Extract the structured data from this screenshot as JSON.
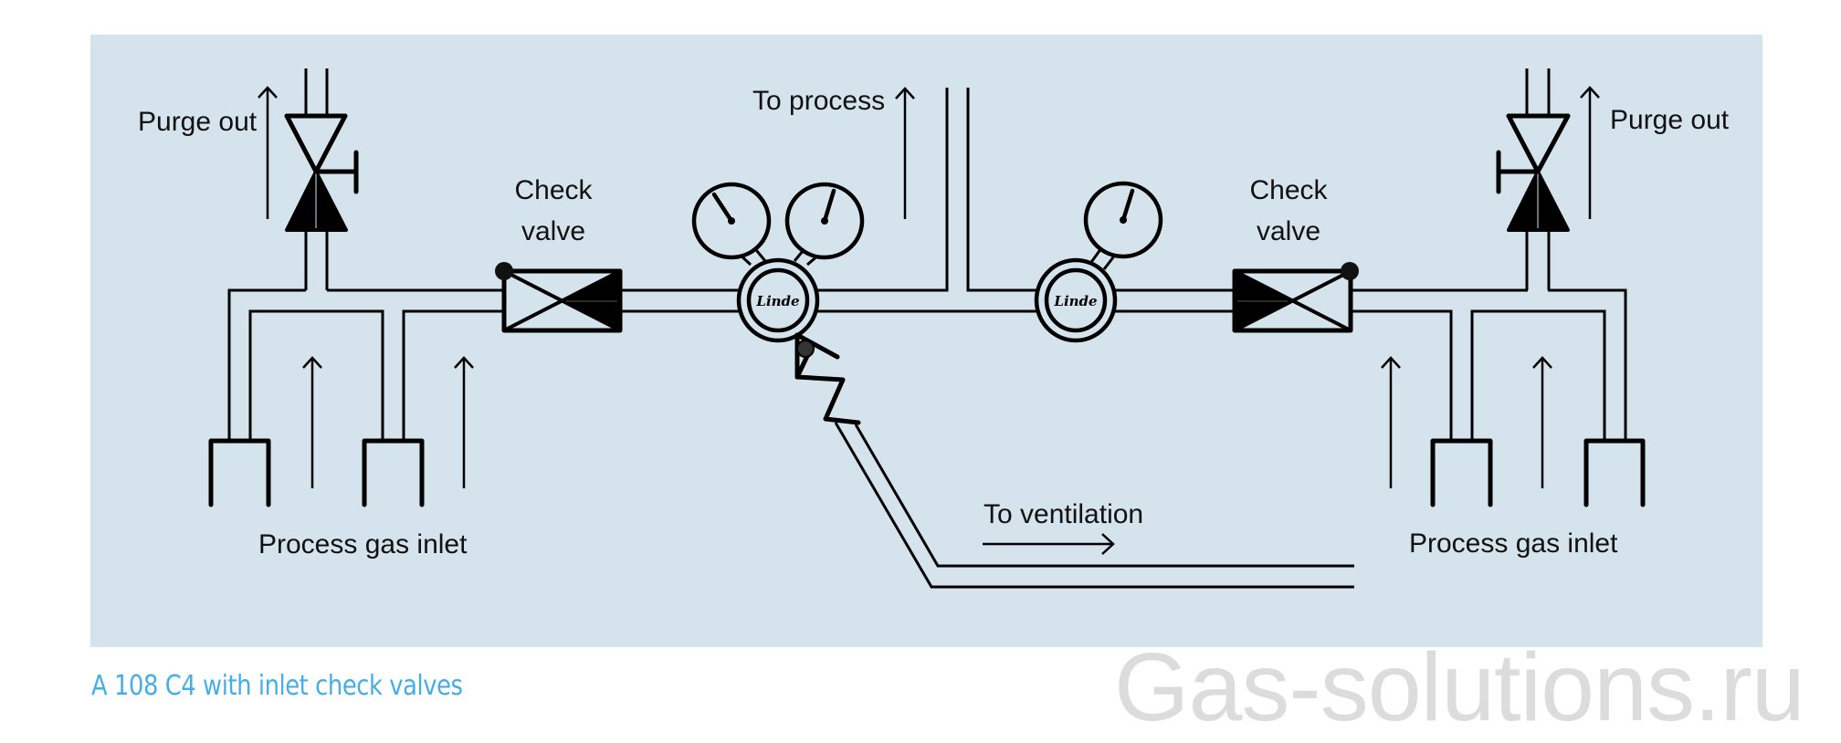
{
  "diagram": {
    "labels": {
      "purge_out_left": "Purge out",
      "purge_out_right": "Purge out",
      "to_process": "To process",
      "check_valve_left_line1": "Check",
      "check_valve_left_line2": "valve",
      "check_valve_right_line1": "Check",
      "check_valve_right_line2": "valve",
      "to_ventilation": "To ventilation",
      "process_gas_inlet_left": "Process gas inlet",
      "process_gas_inlet_right": "Process gas inlet",
      "regulator_brand_left": "Linde",
      "regulator_brand_right": "Linde"
    },
    "components": [
      {
        "id": "purge-valve-left",
        "type": "shut-off valve"
      },
      {
        "id": "check-valve-left",
        "type": "check valve"
      },
      {
        "id": "dual-gauge-regulator",
        "type": "pressure regulator",
        "gauges": 2
      },
      {
        "id": "relief-valve",
        "type": "relief valve",
        "outlet": "To ventilation"
      },
      {
        "id": "single-gauge-regulator",
        "type": "pressure regulator",
        "gauges": 1
      },
      {
        "id": "check-valve-right",
        "type": "check valve"
      },
      {
        "id": "purge-valve-right",
        "type": "shut-off valve"
      }
    ],
    "colors": {
      "panel_background": "#d5e3ed",
      "caption": "#45aee8",
      "watermark": "#dcdcdc",
      "line": "#000000"
    }
  },
  "caption": "A 108 C4 with inlet check valves",
  "watermark": "Gas-solutions.ru"
}
